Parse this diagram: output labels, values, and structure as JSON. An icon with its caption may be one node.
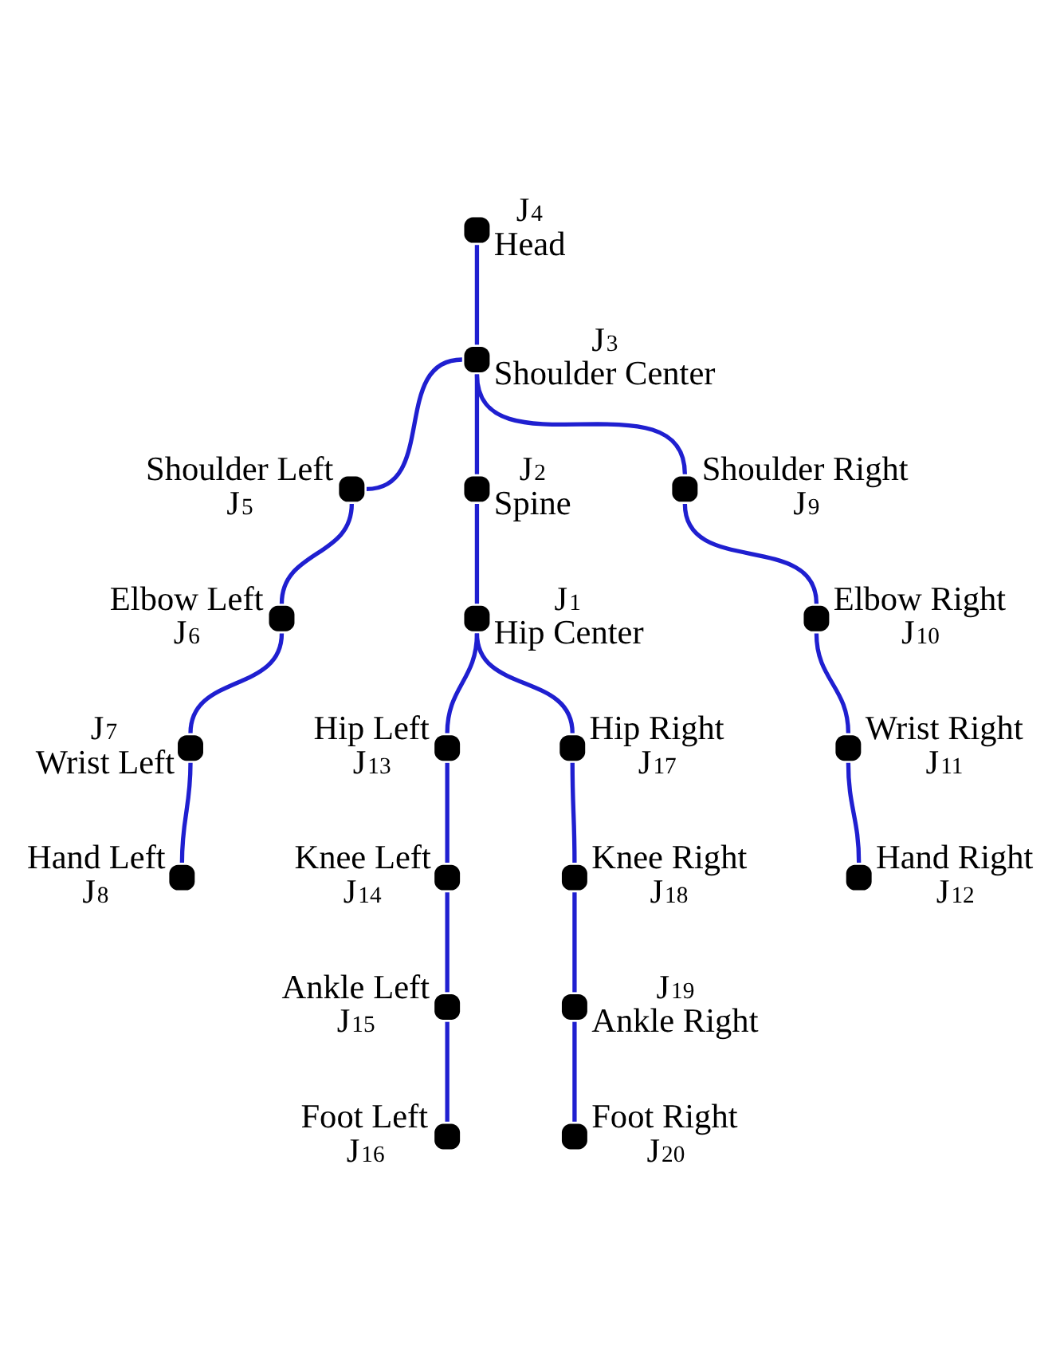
{
  "diagram": {
    "nodes": [
      {
        "text": [],
        "shape": "circle",
        "beside": [
          "J$_{1}$",
          "Hip Center"
        ]
      },
      {
        "text": [],
        "shape": "circle",
        "beside": [
          "J$_{2}$",
          "Spine"
        ]
      },
      {
        "text": [],
        "shape": "circle",
        "beside": [
          "J$_{3}$",
          "Shoulder Center"
        ]
      },
      {
        "text": [],
        "shape": "circle",
        "beside": [
          "J$_{4}$",
          "Head"
        ]
      },
      {
        "text": [],
        "shape": "circle",
        "beside": [
          "Shoulder Left",
          "J$_{5}$"
        ]
      },
      {
        "text": [],
        "shape": "circle",
        "beside": [
          "Elbow Left",
          "J$_{6}$"
        ]
      },
      {
        "text": [],
        "shape": "circle",
        "beside": [
          "J$_{7}$",
          "Wrist Left"
        ]
      },
      {
        "text": [],
        "shape": "circle",
        "beside": [
          "Hand Left",
          "J$_{8}$"
        ]
      },
      {
        "text": [],
        "shape": "circle",
        "beside": [
          "Shoulder Right",
          "J$_{9}$"
        ]
      },
      {
        "text": [],
        "shape": "circle",
        "beside": [
          "Elbow Right",
          "J$_{10}$"
        ]
      },
      {
        "text": [],
        "shape": "circle",
        "beside": [
          "Wrist Right",
          "J$_{11}$"
        ]
      },
      {
        "text": [],
        "shape": "circle",
        "beside": [
          "Hand Right",
          "J$_{12}$"
        ]
      },
      {
        "text": [],
        "shape": "circle",
        "beside": [
          "Hip Left",
          "J$_{13}$"
        ]
      },
      {
        "text": [],
        "shape": "circle",
        "beside": [
          "Knee Left",
          "J$_{14}$"
        ]
      },
      {
        "text": [],
        "shape": "circle",
        "beside": [
          "Ankle Left",
          "J$_{15}$"
        ]
      },
      {
        "text": [],
        "shape": "circle",
        "beside": [
          "Foot Left",
          "J$_{16}$"
        ]
      },
      {
        "text": [],
        "shape": "circle",
        "beside": [
          "Hip Right",
          "J$_{17}$"
        ]
      },
      {
        "text": [],
        "shape": "circle",
        "beside": [
          "Knee Right",
          "J$_{18}$"
        ]
      },
      {
        "text": [],
        "shape": "circle",
        "beside": [
          "J$_{19}$",
          "Ankle Right"
        ]
      },
      {
        "text": [],
        "shape": "circle",
        "beside": [
          "Foot Right",
          "J$_{20}$"
        ]
      }
    ],
    "edges": [
      {
        "from": 3,
        "to": 2,
        "arrow": "none"
      },
      {
        "from": 2,
        "to": 1,
        "arrow": "none"
      },
      {
        "from": 1,
        "to": 0,
        "arrow": "none"
      },
      {
        "from": 2,
        "to": 4,
        "arrow": "none"
      },
      {
        "from": 4,
        "to": 5,
        "arrow": "none"
      },
      {
        "from": 5,
        "to": 6,
        "arrow": "none"
      },
      {
        "from": 6,
        "to": 7,
        "arrow": "none"
      },
      {
        "from": 2,
        "to": 8,
        "arrow": "none"
      },
      {
        "from": 8,
        "to": 9,
        "arrow": "none"
      },
      {
        "from": 9,
        "to": 10,
        "arrow": "none"
      },
      {
        "from": 10,
        "to": 11,
        "arrow": "none"
      },
      {
        "from": 0,
        "to": 12,
        "arrow": "none"
      },
      {
        "from": 12,
        "to": 13,
        "arrow": "none"
      },
      {
        "from": 13,
        "to": 14,
        "arrow": "none"
      },
      {
        "from": 14,
        "to": 15,
        "arrow": "none"
      },
      {
        "from": 0,
        "to": 16,
        "arrow": "none"
      },
      {
        "from": 16,
        "to": 17,
        "arrow": "none"
      },
      {
        "from": 17,
        "to": 18,
        "arrow": "none"
      },
      {
        "from": 18,
        "to": 19,
        "arrow": "none"
      }
    ]
  }
}
